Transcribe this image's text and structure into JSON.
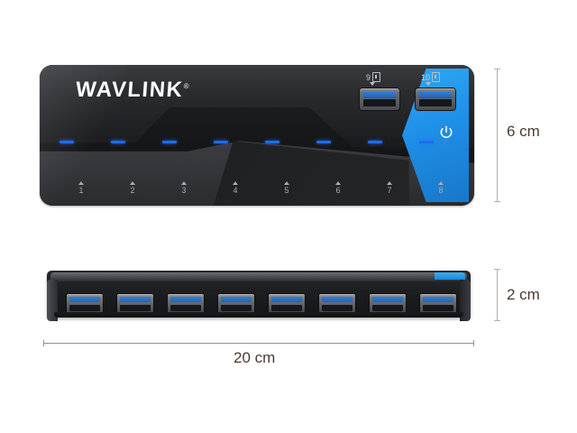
{
  "product": {
    "brand": "WAVLINK",
    "brand_registered_mark": "®",
    "accent_color": "#1f8fe8",
    "led_color": "#1b6df0",
    "body_color": "#1d1e20"
  },
  "top_view": {
    "name": "top-view",
    "power_button": {
      "icon": "power-icon",
      "label": ""
    },
    "charging_ports": [
      {
        "number": "9",
        "icon": "charge-icon",
        "arrow": "arrow-down-icon"
      },
      {
        "number": "10",
        "icon": "charge-icon",
        "arrow": "arrow-down-icon"
      }
    ],
    "data_ports": [
      {
        "number": "1"
      },
      {
        "number": "2"
      },
      {
        "number": "3"
      },
      {
        "number": "4"
      },
      {
        "number": "5"
      },
      {
        "number": "6"
      },
      {
        "number": "7"
      },
      {
        "number": "8"
      }
    ],
    "led_count": 8
  },
  "front_view": {
    "name": "front-view",
    "usb_port_count": 8
  },
  "dimensions": {
    "height": "6 cm",
    "depth": "2 cm",
    "width": "20 cm"
  }
}
